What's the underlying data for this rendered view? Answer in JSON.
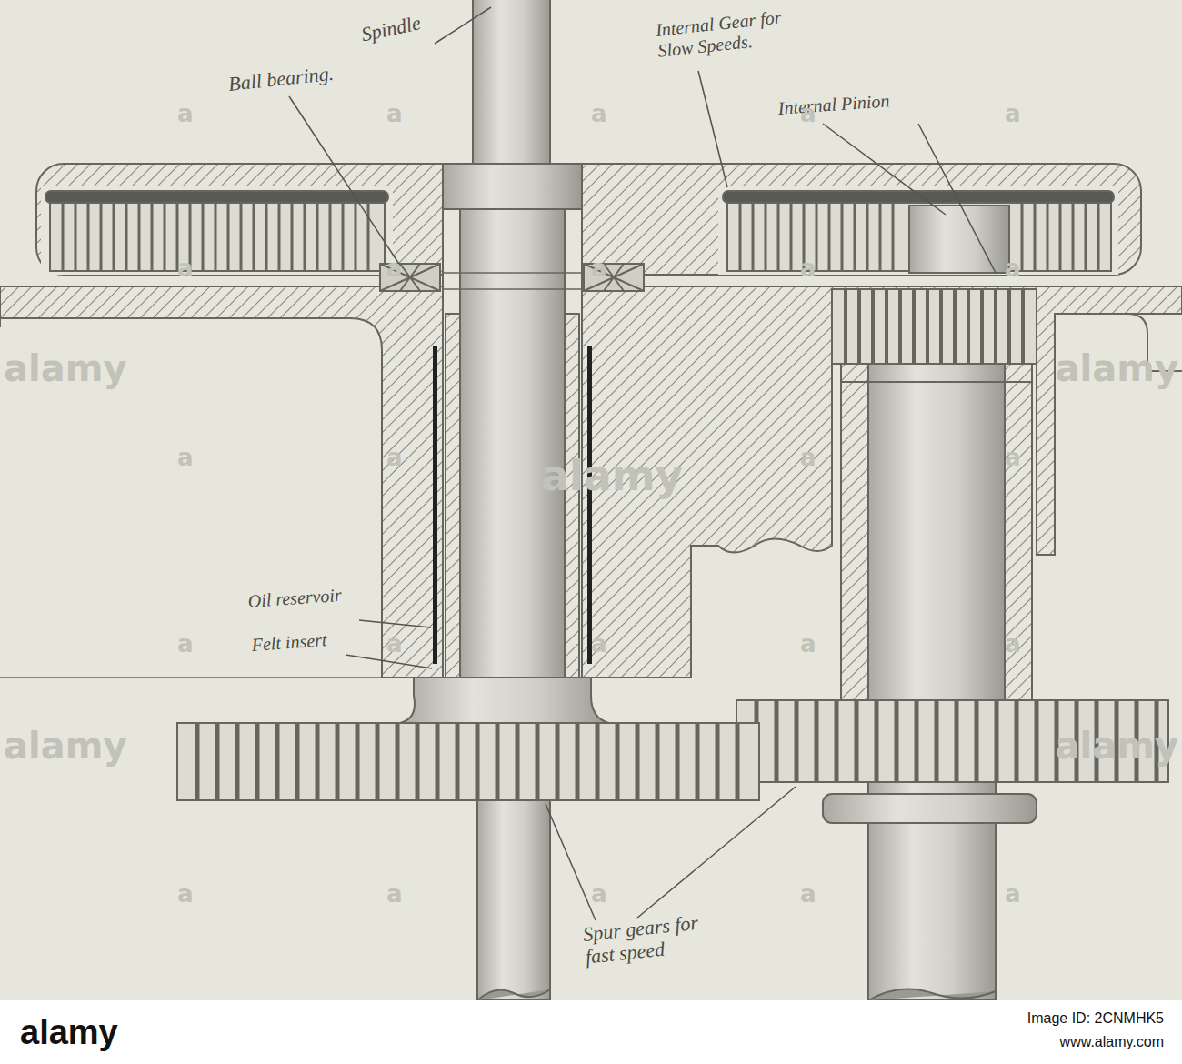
{
  "diagram": {
    "labels": [
      "Spindle",
      "Internal Gear for Slow Speeds.",
      "Ball bearing.",
      "Internal Pinion",
      "Oil reservoir",
      "Felt insert",
      "Spur gears for fast speed",
      "alamy",
      "alamy",
      "alamy",
      "alamy",
      "alamy",
      "a",
      "a",
      "a",
      "a",
      "a",
      "a",
      "a",
      "a",
      "a",
      "a",
      "a",
      "a",
      "a",
      "a",
      "a",
      "a",
      "a",
      "a",
      "a",
      "a",
      "a",
      "a",
      "a",
      "a",
      "alamy",
      "Image ID: 2CNMHK5",
      "www.alamy.com"
    ]
  }
}
